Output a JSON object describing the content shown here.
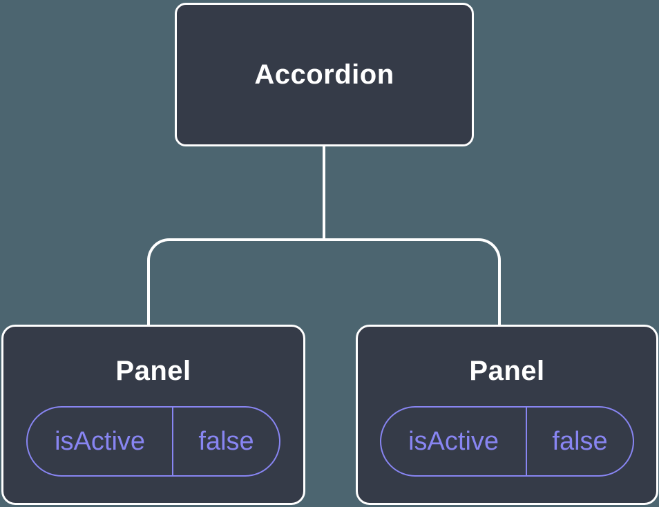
{
  "diagram": {
    "kind": "component-tree",
    "colors": {
      "background": "#4C6570",
      "node_fill": "#353B48",
      "node_border": "#FFFFFF",
      "title_text": "#FFFFFF",
      "state_accent": "#8885F2"
    },
    "tree": {
      "root": {
        "label": "Accordion"
      },
      "children": [
        {
          "label": "Panel",
          "state": {
            "name": "isActive",
            "value": "false"
          }
        },
        {
          "label": "Panel",
          "state": {
            "name": "isActive",
            "value": "false"
          }
        }
      ]
    }
  }
}
